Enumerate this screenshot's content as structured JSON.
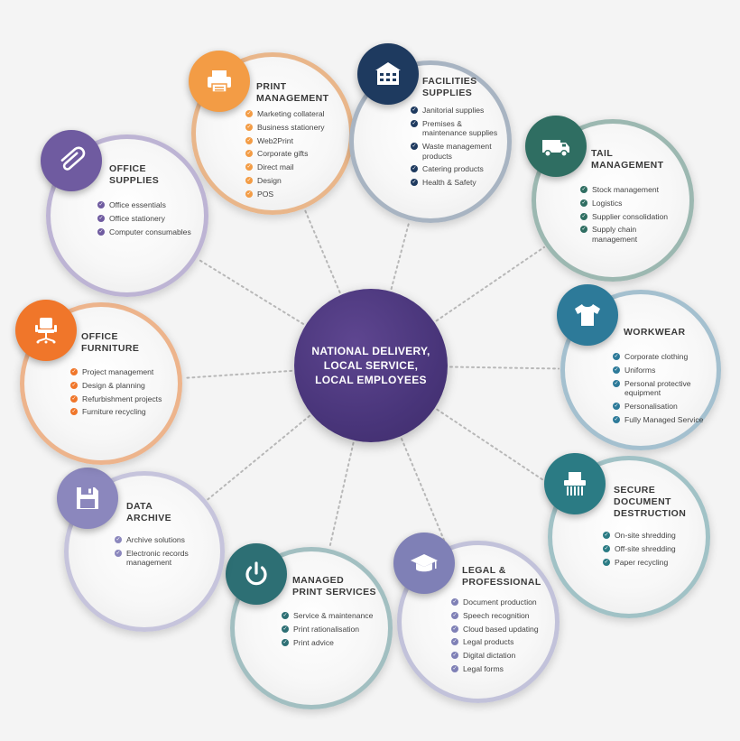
{
  "center": {
    "lines": [
      "NATIONAL DELIVERY,",
      "LOCAL SERVICE,",
      "LOCAL EMPLOYEES"
    ]
  },
  "nodes": [
    {
      "id": "print-management",
      "title": [
        "PRINT",
        "MANAGEMENT"
      ],
      "icon": "printer-icon",
      "color": "#f39c45",
      "ring": "#e9b68a",
      "items": [
        "Marketing collateral",
        "Business stationery",
        "Web2Print",
        "Corporate gifts",
        "Direct mail",
        "Design",
        "POS"
      ]
    },
    {
      "id": "facilities-supplies",
      "title": [
        "FACILITIES",
        "SUPPLIES"
      ],
      "icon": "building-icon",
      "color": "#1e3a5f",
      "ring": "#a8b4c2",
      "items": [
        "Janitorial supplies",
        "Premises & maintenance supplies",
        "Waste management products",
        "Catering products",
        "Health & Safety"
      ]
    },
    {
      "id": "tail-management",
      "title": [
        "TAIL",
        "MANAGEMENT"
      ],
      "icon": "van-icon",
      "color": "#2f6e62",
      "ring": "#9cb8b1",
      "items": [
        "Stock management",
        "Logistics",
        "Supplier consolidation",
        "Supply chain management"
      ]
    },
    {
      "id": "workwear",
      "title": [
        "WORKWEAR"
      ],
      "icon": "tshirt-icon",
      "color": "#2d7a99",
      "ring": "#a4c0cf",
      "items": [
        "Corporate clothing",
        "Uniforms",
        "Personal protective equipment",
        "Personalisation",
        "Fully Managed Service"
      ]
    },
    {
      "id": "secure-document-destruction",
      "title": [
        "SECURE",
        "DOCUMENT",
        "DESTRUCTION"
      ],
      "icon": "shredder-icon",
      "color": "#2b7b84",
      "ring": "#a1c2c6",
      "items": [
        "On-site shredding",
        "Off-site shredding",
        "Paper recycling"
      ]
    },
    {
      "id": "legal-professional",
      "title": [
        "LEGAL &",
        "PROFESSIONAL"
      ],
      "icon": "graduation-cap-icon",
      "color": "#7f80b6",
      "ring": "#c2c2da",
      "items": [
        "Document production",
        "Speech recognition",
        "Cloud based updating",
        "Legal products",
        "Digital dictation",
        "Legal forms"
      ]
    },
    {
      "id": "managed-print-services",
      "title": [
        "MANAGED",
        "PRINT SERVICES"
      ],
      "icon": "power-icon",
      "color": "#2d6f74",
      "ring": "#a2bfc1",
      "items": [
        "Service & maintenance",
        "Print rationalisation",
        "Print advice"
      ]
    },
    {
      "id": "data-archive",
      "title": [
        "DATA",
        "ARCHIVE"
      ],
      "icon": "floppy-disk-icon",
      "color": "#8b87bd",
      "ring": "#c6c4dc",
      "items": [
        "Archive solutions",
        "Electronic records management"
      ]
    },
    {
      "id": "office-furniture",
      "title": [
        "OFFICE",
        "FURNITURE"
      ],
      "icon": "office-chair-icon",
      "color": "#f0762a",
      "ring": "#edb48c",
      "items": [
        "Project management",
        "Design & planning",
        "Refurbishment projects",
        "Furniture recycling"
      ]
    },
    {
      "id": "office-supplies",
      "title": [
        "OFFICE",
        "SUPPLIES"
      ],
      "icon": "paperclip-icon",
      "color": "#6f5ba0",
      "ring": "#bdb4d4",
      "items": [
        "Office essentials",
        "Office stationery",
        "Computer consumables"
      ]
    }
  ]
}
